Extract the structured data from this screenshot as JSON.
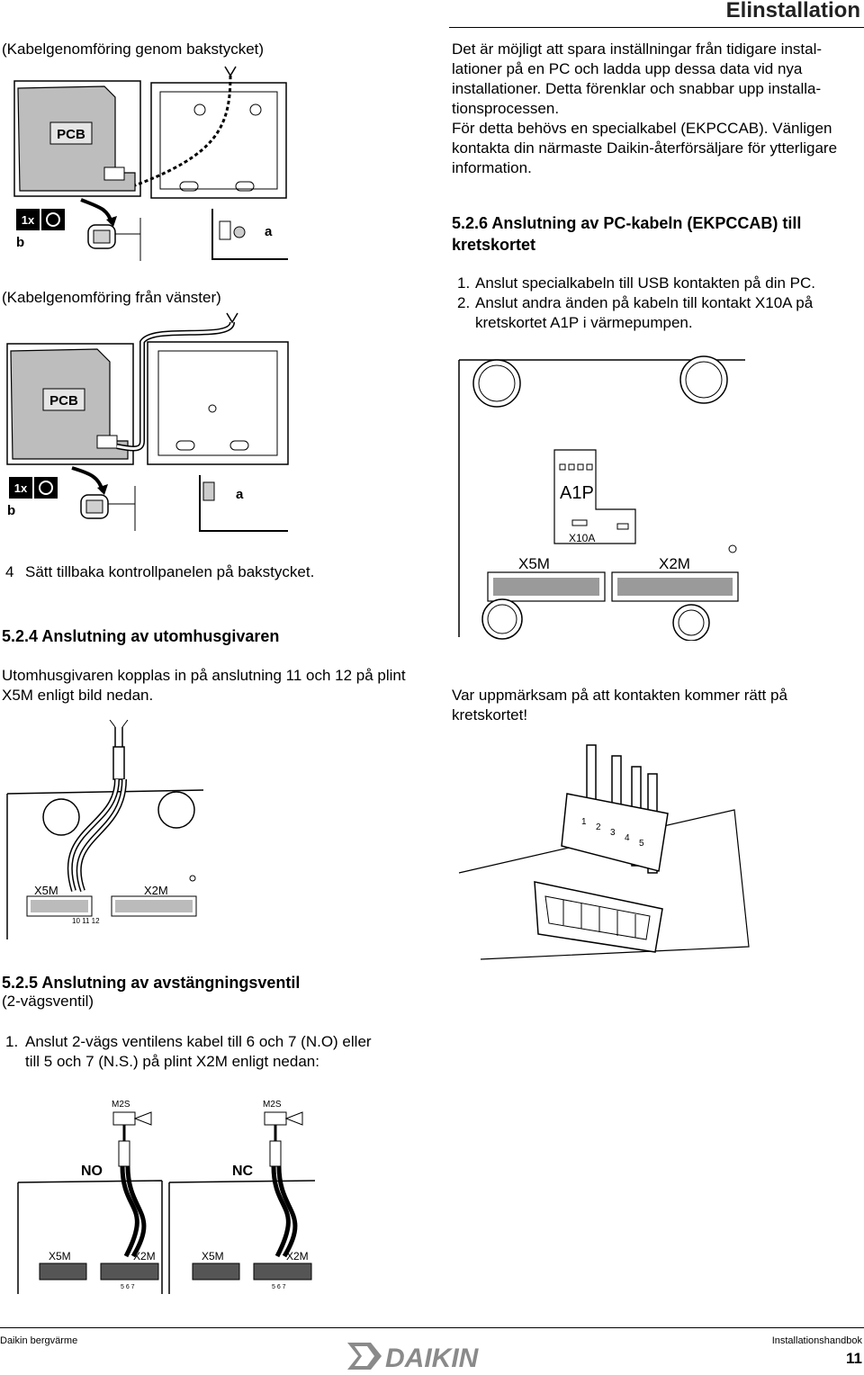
{
  "header": {
    "title": "Elinstallation"
  },
  "left": {
    "caption_back": "(Kabelgenomföring genom bakstycket)",
    "caption_left": "(Kabelgenomföring från vänster)",
    "step4_num": "4",
    "step4_text": "Sätt tillbaka kontrollpanelen på bakstycket.",
    "s524_title": "5.2.4 Anslutning av utomhusgivaren",
    "s524_text": "Utomhusgivaren kopplas in på anslutning 11 och 12 på plint X5M enligt bild nedan.",
    "s525_title": "5.2.5 Anslutning av avstängningsventil",
    "s525_sub": "(2-vägsventil)",
    "s525_step1_num": "1.",
    "s525_step1_text": "Anslut 2-vägs ventilens kabel till 6 och 7 (N.O) eller till 5 och 7 (N.S.) på plint X2M enligt nedan:"
  },
  "right": {
    "intro": "Det är möjligt att spara inställningar från tidigare installationer på en PC och ladda upp dessa data vid nya installationer. Detta förenklar och snabbar upp installationsprocessen.",
    "intro_line1": "Det är möjligt att spara inställningar från tidigare instal-",
    "intro_line2": "lationer på en PC och ladda upp dessa data vid nya",
    "intro_line3": "installationer. Detta förenklar och snabbar upp installa-",
    "intro_line4": "tionsprocessen.",
    "intro_line5": "För detta behövs en specialkabel (EKPCCAB). Vänligen",
    "intro_line6": "kontakta din närmaste Daikin-återförsäljare för ytterligare",
    "intro_line7": "information.",
    "s526_title": "5.2.6 Anslutning av PC-kabeln (EKPCCAB) till kretskortet",
    "s526_steps": [
      {
        "num": "1.",
        "text": "Anslut specialkabeln till USB kontakten på din PC."
      },
      {
        "num": "2.",
        "text": "Anslut andra änden på kabeln till kontakt X10A på kretskortet A1P i värmepumpen."
      }
    ],
    "warning": "Var uppmärksam på att kontakten kommer rätt på kretskortet!"
  },
  "figures": {
    "pcb": "PCB",
    "one_x": "1x",
    "label_a": "a",
    "label_b": "b",
    "a1p": "A1P",
    "x10a": "X10A",
    "x5m": "X5M",
    "x2m": "X2M",
    "term_1112": "10 11 12",
    "m2s": "M2S",
    "no": "NO",
    "nc": "NC",
    "term_567": "5 6 7",
    "pins": [
      "1",
      "2",
      "3",
      "4",
      "5"
    ]
  },
  "footer": {
    "left": "Daikin bergvärme",
    "right": "Installationshandbok",
    "page": "11",
    "logo": "DAIKIN"
  },
  "colors": {
    "brand_gray": "#8a8a8a",
    "pcb_fill": "#bdbdbd"
  }
}
